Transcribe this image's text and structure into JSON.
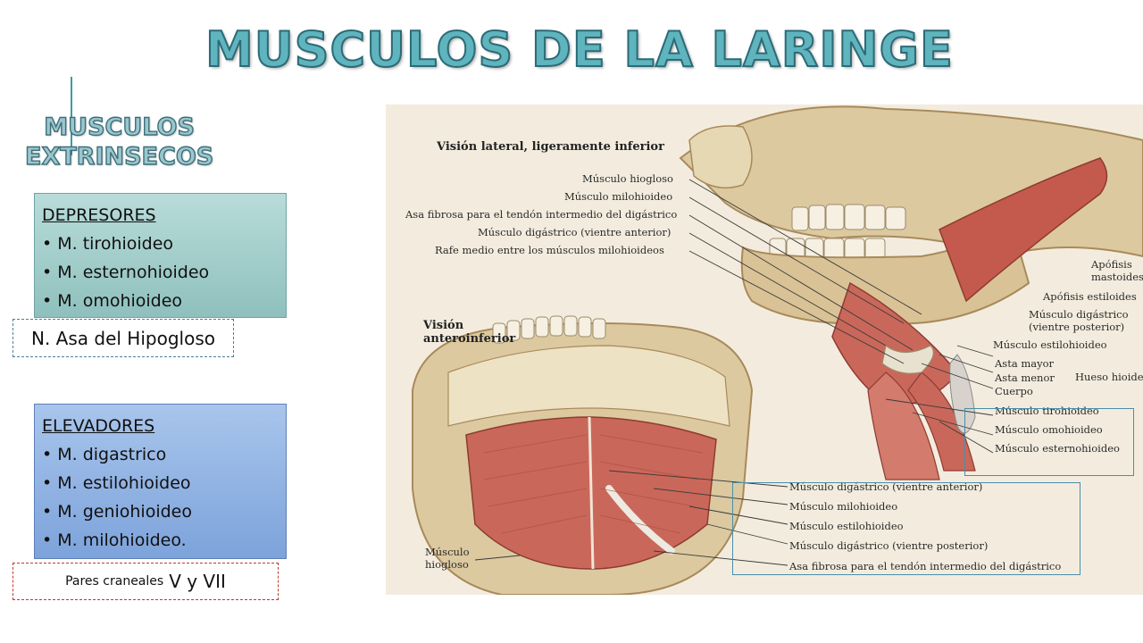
{
  "title": "MUSCULOS DE LA LARINGE",
  "subtitle": {
    "line1": "MUSCULOS",
    "line2": "EXTRINSECOS"
  },
  "depresores": {
    "heading": "DEPRESORES",
    "items": [
      "M. tirohioideo",
      "M. esternohioideo",
      "M. omohioideo"
    ],
    "note": "N. Asa del Hipogloso"
  },
  "elevadores": {
    "heading": "ELEVADORES",
    "items": [
      "M. digastrico",
      "M. estilohioideo",
      "M. geniohioideo",
      "M. milohioideo."
    ],
    "note_small": "Pares craneales",
    "note_big": "V y VII"
  },
  "figure": {
    "heading_lateral": "Visión lateral, ligeramente inferior",
    "heading_antero_1": "Visión",
    "heading_antero_2": "anteroinferior",
    "left_labels": [
      "Músculo hiogloso",
      "Músculo milohioideo",
      "Asa fibrosa para el tendón intermedio del digástrico",
      "Músculo digástrico (vientre anterior)",
      "Rafe medio entre los músculos milohioideos"
    ],
    "right_labels": [
      "Apófisis mastoides",
      "Apófisis estiloides",
      "Músculo digástrico (vientre posterior)",
      "Músculo estilohioideo",
      "Asta mayor",
      "Asta menor",
      "Cuerpo",
      "Hueso hioides",
      "Músculo tirohioideo",
      "Músculo omohioideo",
      "Músculo esternohioideo"
    ],
    "bottom_labels": [
      "Músculo digástrico (vientre anterior)",
      "Músculo milohioideo",
      "Músculo estilohioideo",
      "Músculo digástrico (vientre posterior)",
      "Asa fibrosa para el tendón intermedio del digástrico"
    ],
    "hiogloso": "Músculo hiogloso"
  },
  "colors": {
    "title": "#5fb4be",
    "depresores_box": "#9ccac7",
    "elevadores_box": "#8db1e3",
    "highlight": "#4a8ea8"
  }
}
